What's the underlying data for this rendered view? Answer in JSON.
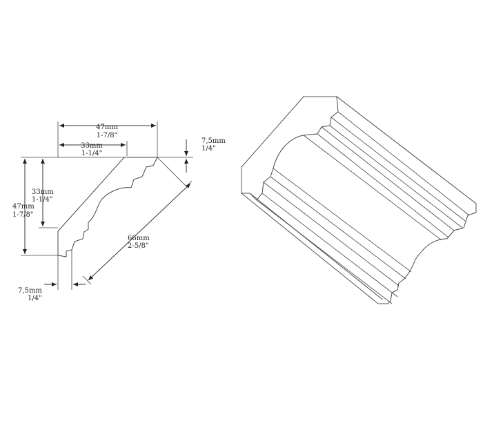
{
  "dimensions": {
    "top_width": {
      "mm": "47mm",
      "inch": "1-7/8\""
    },
    "top_inner": {
      "mm": "33mm",
      "inch": "1-1/4\""
    },
    "top_lip": {
      "mm": "7,5mm",
      "inch": "1/4\""
    },
    "left_inner": {
      "mm": "33mm",
      "inch": "1-1/4\""
    },
    "left_height": {
      "mm": "47mm",
      "inch": "1-7/8\""
    },
    "diagonal": {
      "mm": "66mm",
      "inch": "2-5/8\""
    },
    "bottom_lip": {
      "mm": "7,5mm",
      "inch": "1/4\""
    }
  }
}
